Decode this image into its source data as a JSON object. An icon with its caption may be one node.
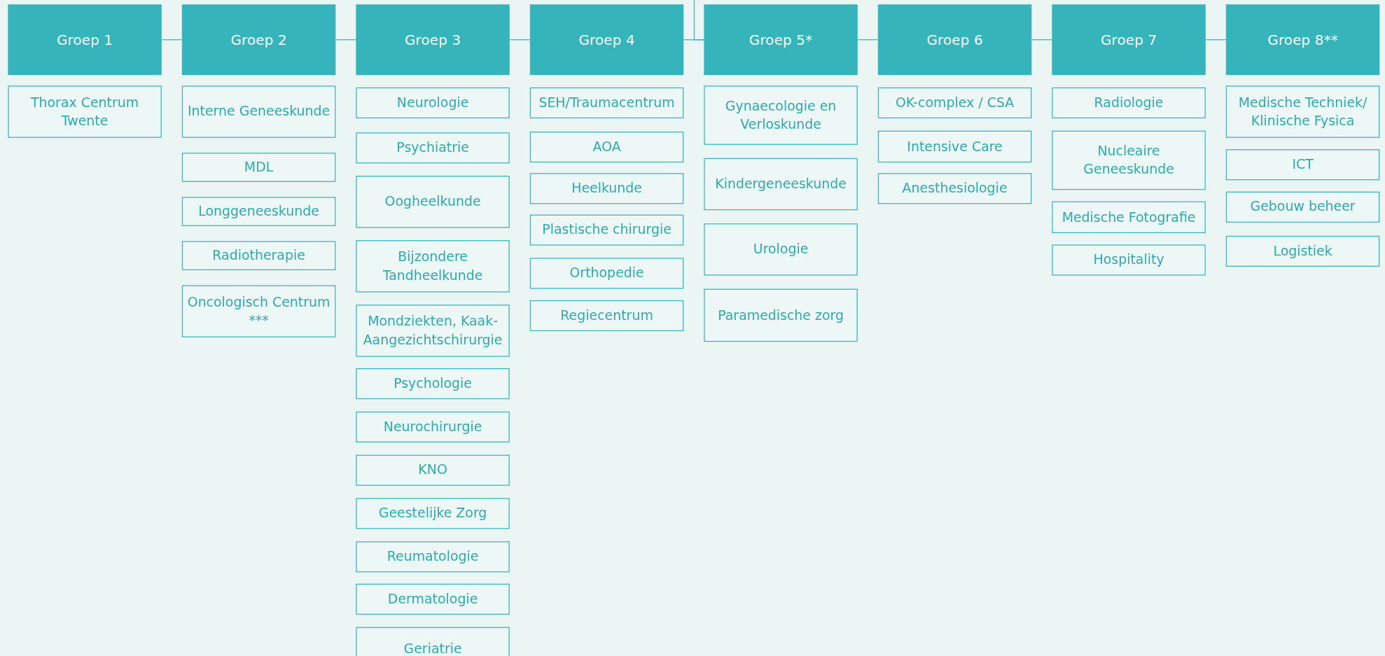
{
  "diagram": {
    "nodes": [
      {
        "text": [
          "Groep 1"
        ]
      },
      {
        "text": [
          "Groep 2"
        ]
      },
      {
        "text": [
          "Groep 3"
        ]
      },
      {
        "text": [
          "Groep 4"
        ]
      },
      {
        "text": [
          "Groep 5*"
        ]
      },
      {
        "text": [
          "Groep 6"
        ]
      },
      {
        "text": [
          "Groep 7"
        ]
      },
      {
        "text": [
          "Groep 8**"
        ]
      },
      {
        "text": [
          "Thorax Centrum Twente"
        ]
      },
      {
        "text": [
          "Interne Geneeskunde"
        ]
      },
      {
        "text": [
          "MDL"
        ]
      },
      {
        "text": [
          "Longgeneeskunde"
        ]
      },
      {
        "text": [
          "Radiotherapie"
        ]
      },
      {
        "text": [
          "Oncologisch Centrum ***"
        ]
      },
      {
        "text": [
          "Neurologie"
        ]
      },
      {
        "text": [
          "Psychiatrie"
        ]
      },
      {
        "text": [
          "Oogheelkunde"
        ]
      },
      {
        "text": [
          "Bijzondere Tandheelkunde"
        ]
      },
      {
        "text": [
          "Mondziekten, Kaak-Aangezichtschirurgie"
        ]
      },
      {
        "text": [
          "Psychologie"
        ]
      },
      {
        "text": [
          "Neurochirurgie"
        ]
      },
      {
        "text": [
          "KNO"
        ]
      },
      {
        "text": [
          "Geestelijke Zorg"
        ]
      },
      {
        "text": [
          "Reumatologie"
        ]
      },
      {
        "text": [
          "Dermatologie"
        ]
      },
      {
        "text": [
          "Geriatrie"
        ]
      },
      {
        "text": [
          "SEH/Traumacentrum"
        ]
      },
      {
        "text": [
          "AOA"
        ]
      },
      {
        "text": [
          "Heelkunde"
        ]
      },
      {
        "text": [
          "Plastische chirurgie"
        ]
      },
      {
        "text": [
          "Orthopedie"
        ]
      },
      {
        "text": [
          "Regiecentrum"
        ]
      },
      {
        "text": [
          "Gynaecologie en Verloskunde"
        ]
      },
      {
        "text": [
          "Kindergeneeskunde"
        ]
      },
      {
        "text": [
          "Urologie"
        ]
      },
      {
        "text": [
          "Paramedische zorg"
        ]
      },
      {
        "text": [
          "OK-complex / CSA"
        ]
      },
      {
        "text": [
          "Intensive Care"
        ]
      },
      {
        "text": [
          "Anesthesiologie"
        ]
      },
      {
        "text": [
          "Radiologie"
        ]
      },
      {
        "text": [
          "Nucleaire Geneeskunde"
        ]
      },
      {
        "text": [
          "Medische Fotografie"
        ]
      },
      {
        "text": [
          "Hospitality"
        ]
      },
      {
        "text": [
          "Medische Techniek/ Klinische Fysica"
        ]
      },
      {
        "text": [
          "ICT"
        ]
      },
      {
        "text": [
          "Gebouw beheer"
        ]
      },
      {
        "text": [
          "Logistiek"
        ]
      }
    ],
    "edges": [
      {
        "from": 0,
        "to": 1,
        "arrow": "none"
      },
      {
        "from": 1,
        "to": 2,
        "arrow": "none"
      },
      {
        "from": 2,
        "to": 3,
        "arrow": "none"
      },
      {
        "from": 3,
        "to": 4,
        "arrow": "none"
      },
      {
        "from": 4,
        "to": 5,
        "arrow": "none"
      },
      {
        "from": 5,
        "to": 6,
        "arrow": "none"
      },
      {
        "from": 6,
        "to": 7,
        "arrow": "none"
      },
      {
        "from": null,
        "to": 4,
        "arrow": "none"
      }
    ]
  }
}
